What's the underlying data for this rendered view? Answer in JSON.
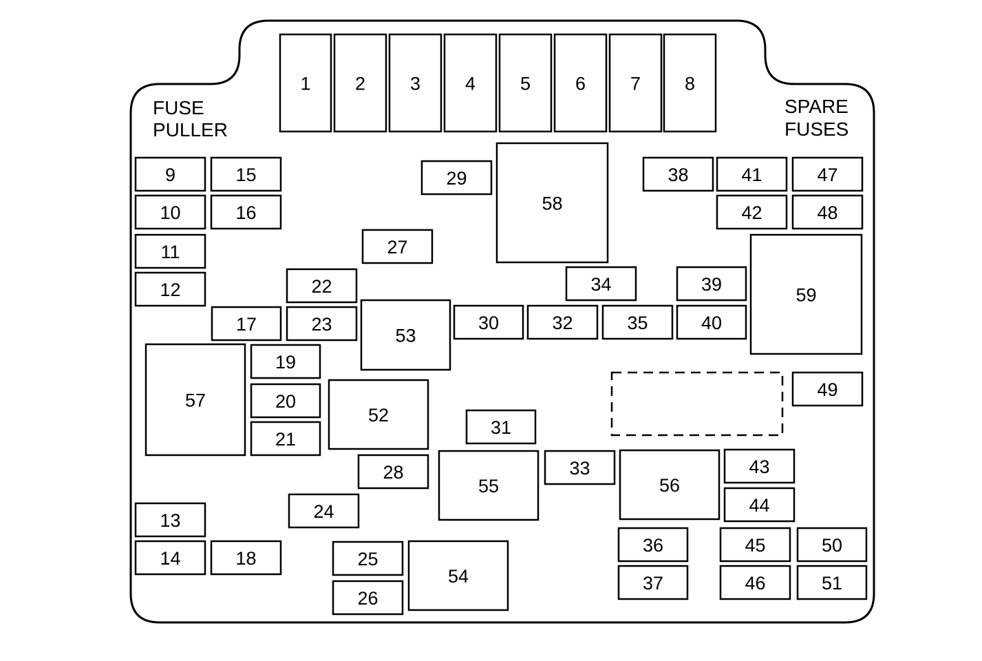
{
  "labels": {
    "fuse_puller": [
      "FUSE",
      "PULLER"
    ],
    "spare_fuses": [
      "SPARE",
      "FUSES"
    ]
  },
  "colors": {
    "stroke": "#000000",
    "background": "#ffffff"
  },
  "fuses": [
    "1",
    "2",
    "3",
    "4",
    "5",
    "6",
    "7",
    "8",
    "9",
    "10",
    "11",
    "12",
    "13",
    "14",
    "15",
    "16",
    "17",
    "18",
    "19",
    "20",
    "21",
    "22",
    "23",
    "24",
    "25",
    "26",
    "27",
    "28",
    "29",
    "30",
    "31",
    "32",
    "33",
    "34",
    "35",
    "36",
    "37",
    "38",
    "39",
    "40",
    "41",
    "42",
    "43",
    "44",
    "45",
    "46",
    "47",
    "48",
    "49",
    "50",
    "51"
  ],
  "relays": [
    "52",
    "53",
    "54",
    "55",
    "56",
    "57",
    "58",
    "59"
  ]
}
